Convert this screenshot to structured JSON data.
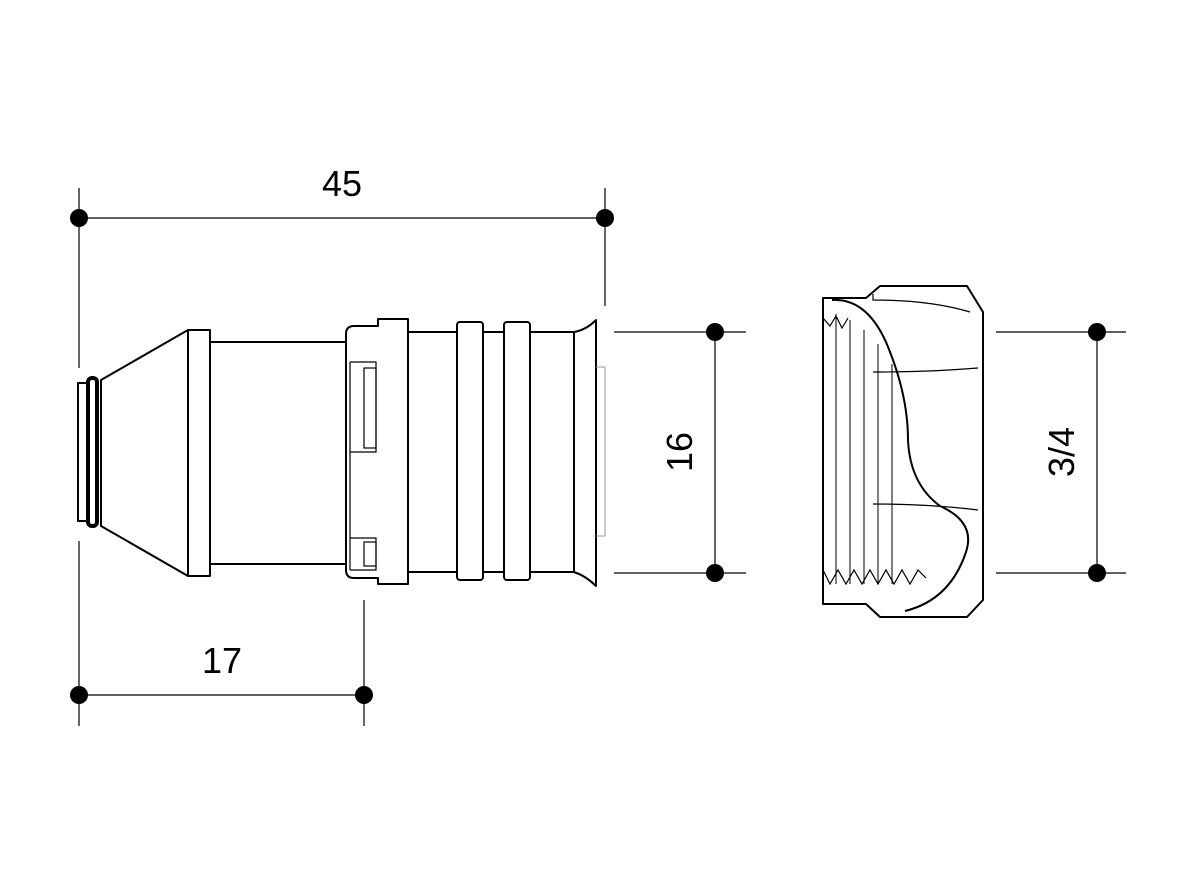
{
  "dimensions": {
    "overall_length": "45",
    "insert_length": "17",
    "pipe_diameter": "16",
    "thread_size": "3/4"
  },
  "colors": {
    "line": "#000000",
    "background": "#ffffff",
    "hidden_line": "#9a9a9a"
  }
}
